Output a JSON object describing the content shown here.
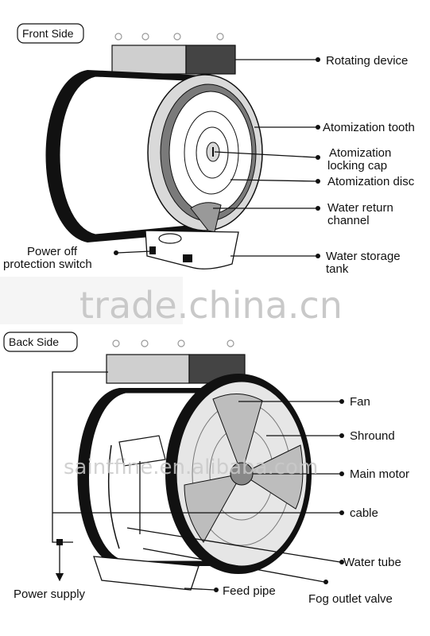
{
  "front": {
    "side_label": "Front Side",
    "labels": {
      "rotating_device": "Rotating device",
      "atomization_tooth": "Atomization tooth",
      "locking_cap_1": "Atomization",
      "locking_cap_2": "locking cap",
      "atomization_disc": "Atomization disc",
      "water_return_1": "Water return",
      "water_return_2": "channel",
      "water_storage_1": "Water storage",
      "water_storage_2": "tank",
      "power_off_1": "Power off",
      "power_off_2": "protection switch"
    }
  },
  "back": {
    "side_label": "Back Side",
    "labels": {
      "fan": "Fan",
      "shround": "Shround",
      "main_motor": "Main motor",
      "cable": "cable",
      "water_tube": "Water tube",
      "power_supply": "Power supply",
      "feed_pipe": "Feed pipe",
      "fog_outlet_valve": "Fog outlet valve"
    }
  },
  "watermarks": {
    "trade": "trade.china.cn",
    "alibaba": "saintfine.en.alibaba.com"
  },
  "colors": {
    "line": "#111111",
    "body_shade": "#d9d9d9",
    "dark_box": "#444444",
    "light_box": "#cfcfcf",
    "ring": "#7a7a7a"
  }
}
